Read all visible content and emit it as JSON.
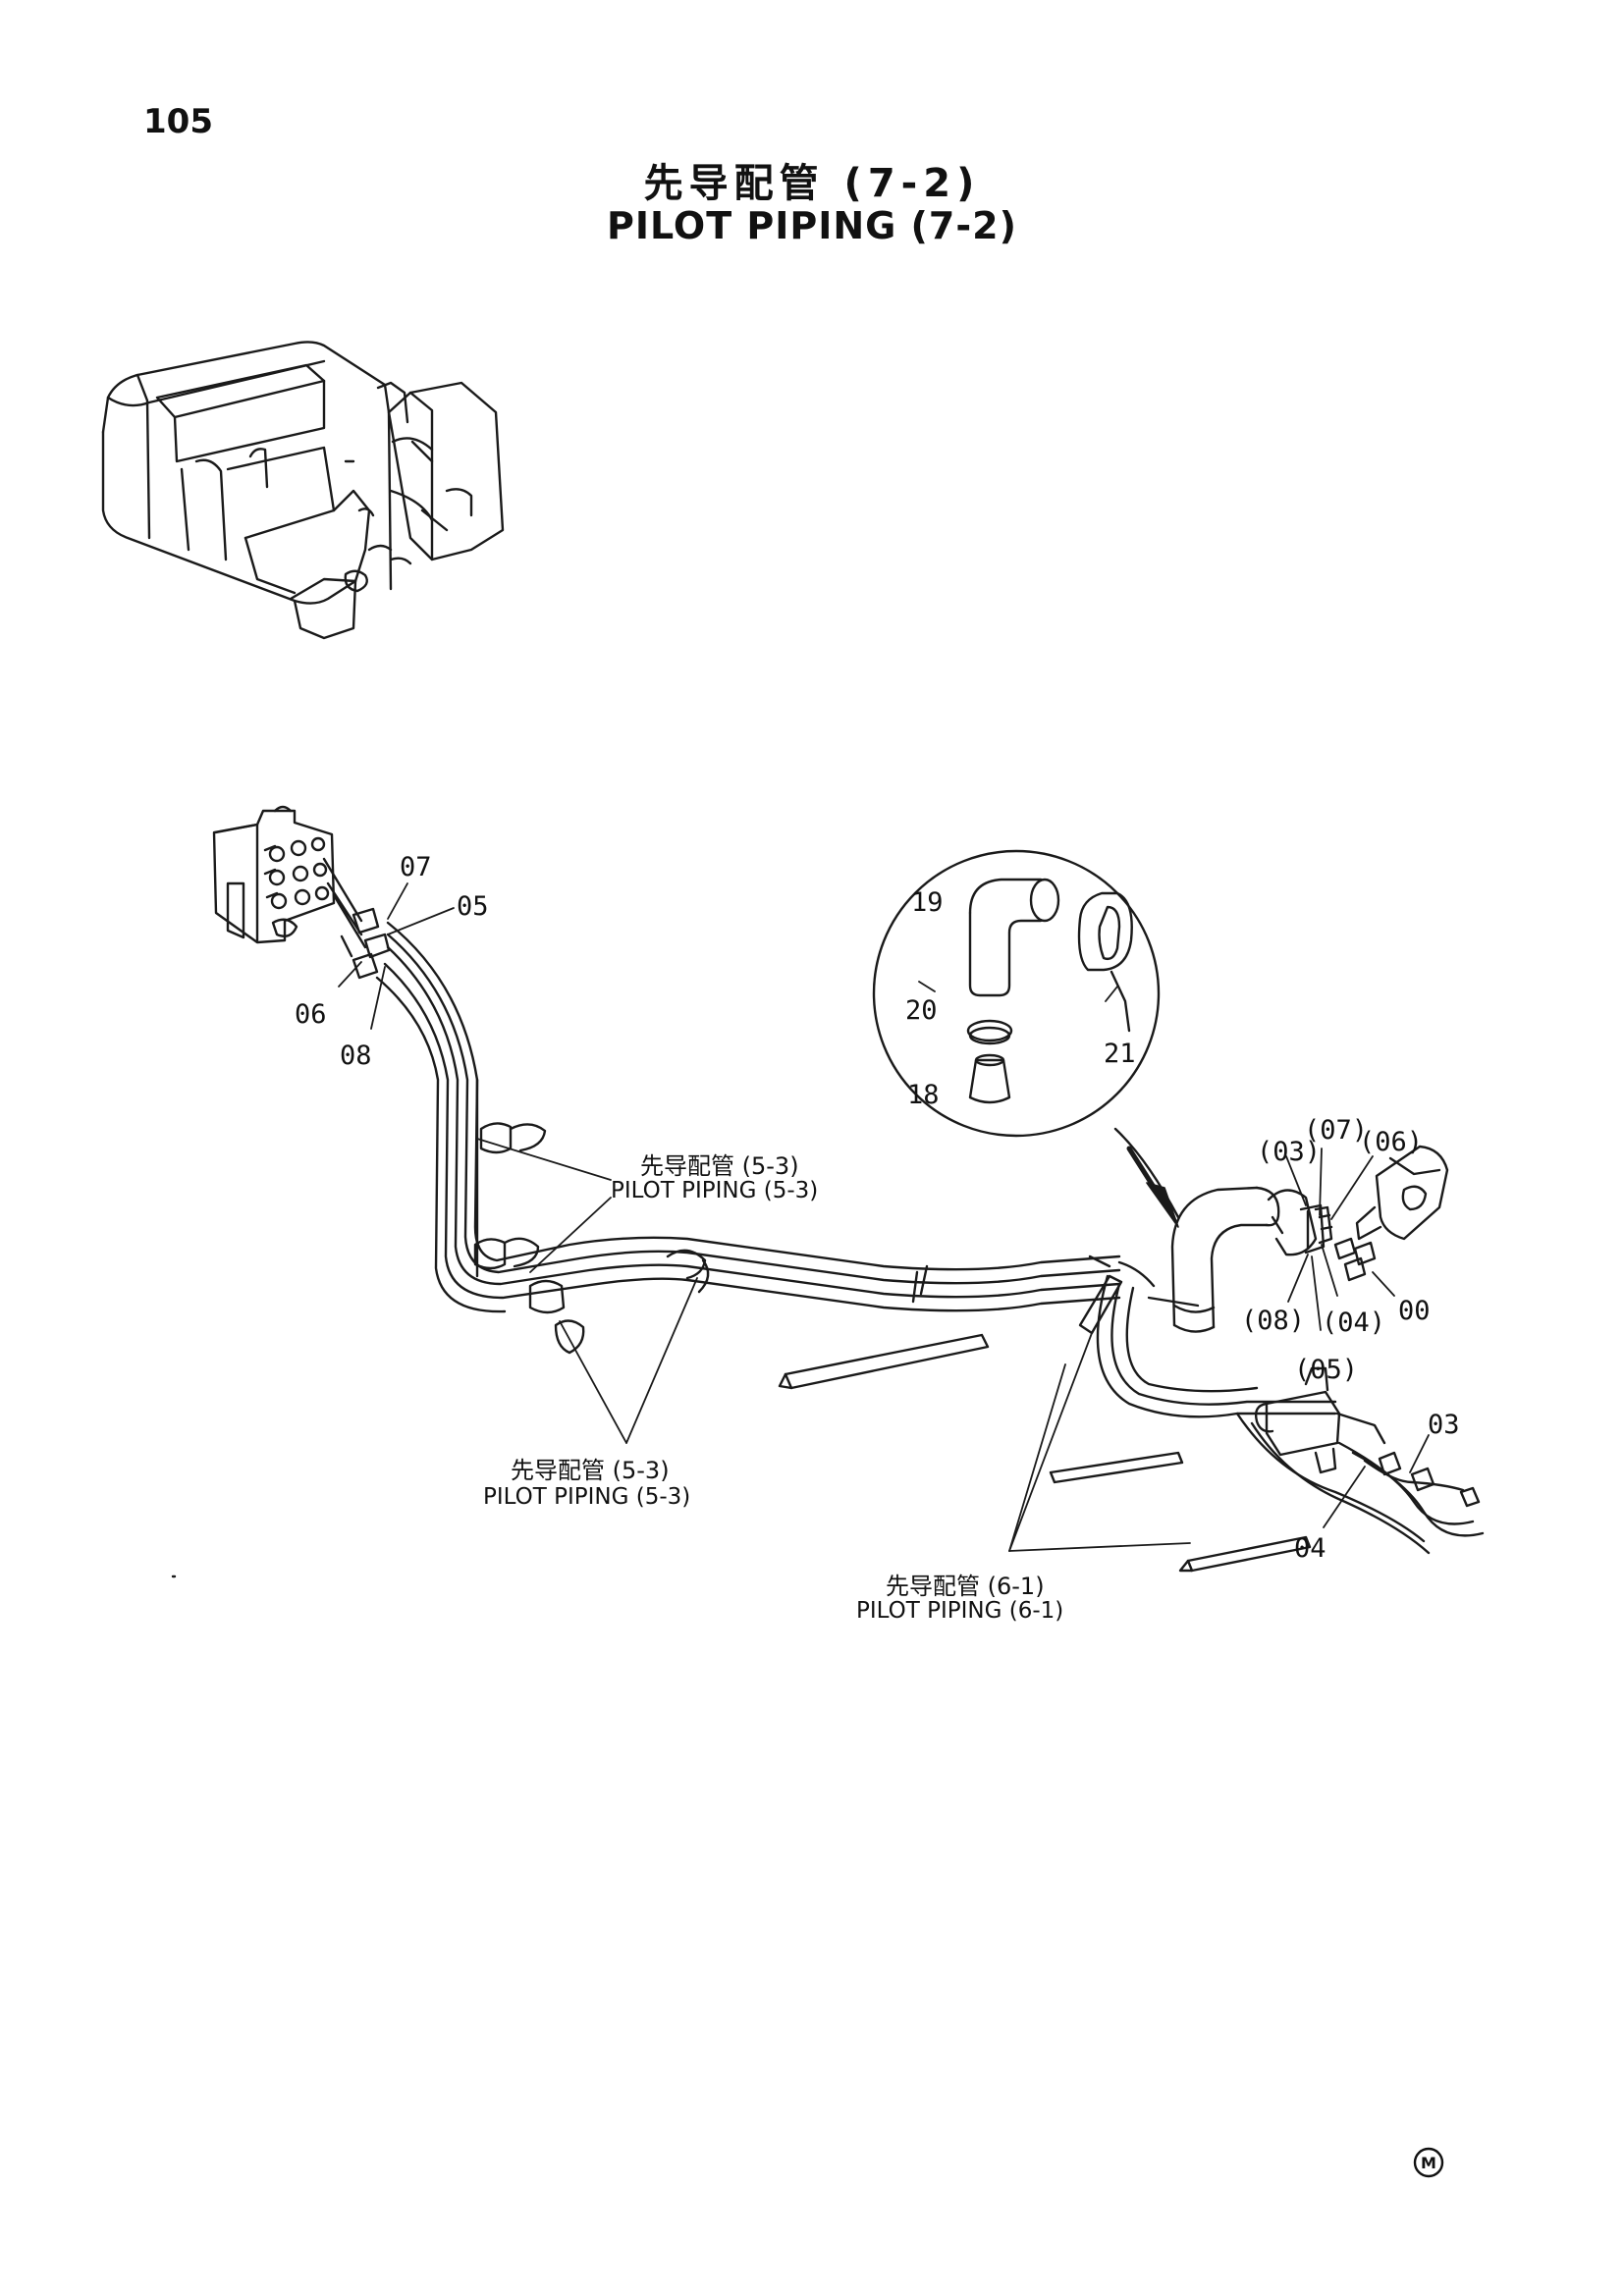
{
  "page_number": "105",
  "title": {
    "cn": "先导配管 (7-2)",
    "en": "PILOT PIPING (7-2)"
  },
  "part_numbers": {
    "p07": "07",
    "p05": "05",
    "p06": "06",
    "p08": "08",
    "p19": "19",
    "p20": "20",
    "p18": "18",
    "p21": "21",
    "r03": "(03)",
    "r07": "(07)",
    "r06": "(06)",
    "r08": "(08)",
    "r04": "(04)",
    "r05": "(05)",
    "p00": "00",
    "p03": "03",
    "p04": "04"
  },
  "references": {
    "ref_5_3_upper": {
      "cn": "先导配管 (5-3)",
      "en": "PILOT  PIPING (5-3)"
    },
    "ref_5_3_lower": {
      "cn": "先导配管 (5-3)",
      "en": "PILOT  PIPING (5-3)"
    },
    "ref_6_1": {
      "cn": "先导配管 (6-1)",
      "en": "PILOT  PIPING (6-1)"
    }
  },
  "logo": {
    "letter": "M"
  }
}
